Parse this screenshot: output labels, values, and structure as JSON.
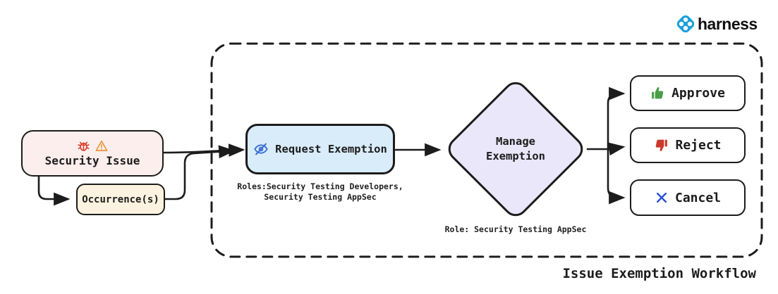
{
  "logo": {
    "brand": "harness",
    "icon": "harness-logo-icon",
    "brand_blue": "#1c9fdd"
  },
  "colors": {
    "stroke": "#1c1c1c",
    "security_fill": "#fceeec",
    "occurrence_fill": "#fbf3e0",
    "request_fill": "#d9ecfa",
    "diamond_fill": "#e9e7f9",
    "action_fill": "#ffffff",
    "bug_red": "#d93a2b",
    "warn_orange": "#e8963a",
    "eye_blue": "#3b6fd4",
    "approve_green": "#4a9e49",
    "reject_red": "#cc392a",
    "cancel_blue": "#2b52d8"
  },
  "nodes": {
    "security_issue": {
      "label": "Security Issue",
      "icons": [
        "bug-icon",
        "warning-icon"
      ]
    },
    "occurrences": {
      "label": "Occurrence(s)"
    },
    "request_exemption": {
      "label": "Request Exemption",
      "icon": "eye-slash-icon",
      "roles_note_line1": "Roles:Security Testing Developers,",
      "roles_note_line2": "Security Testing AppSec"
    },
    "manage_exemption": {
      "label_line1": "Manage",
      "label_line2": "Exemption",
      "role_note": "Role: Security Testing AppSec"
    },
    "approve": {
      "label": "Approve",
      "icon": "thumbs-up-icon"
    },
    "reject": {
      "label": "Reject",
      "icon": "thumbs-down-icon"
    },
    "cancel": {
      "label": "Cancel",
      "icon": "x-icon"
    }
  },
  "caption": "Issue Exemption Workflow"
}
